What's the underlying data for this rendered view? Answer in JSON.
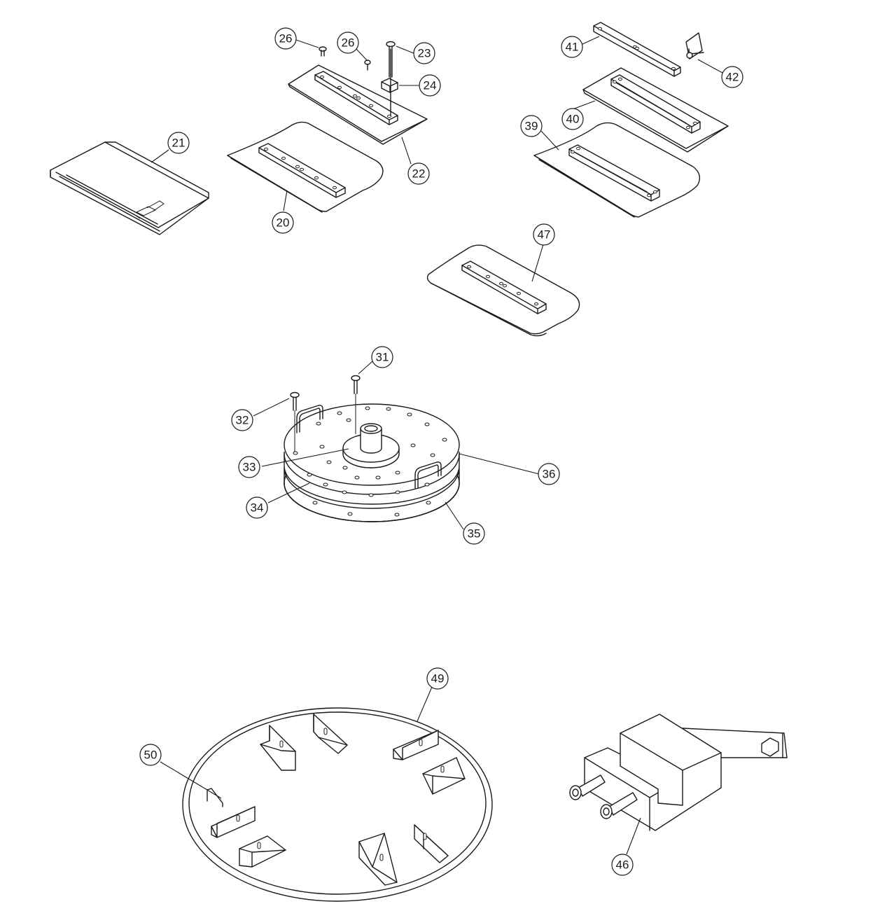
{
  "callouts": {
    "c26a": "26",
    "c26b": "26",
    "c23": "23",
    "c24": "24",
    "c22": "22",
    "c21": "21",
    "c20": "20",
    "c41": "41",
    "c42": "42",
    "c40": "40",
    "c39": "39",
    "c47": "47",
    "c31": "31",
    "c32": "32",
    "c33": "33",
    "c36": "36",
    "c34": "34",
    "c35": "35",
    "c49": "49",
    "c50": "50",
    "c46": "46"
  }
}
